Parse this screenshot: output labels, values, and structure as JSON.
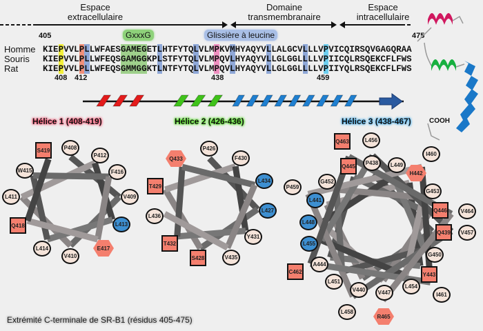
{
  "regions": {
    "extracellular": "Espace\nextracellulaire",
    "transmembrane": "Domaine\ntransmembranaire",
    "intracellular": "Espace\nintracellulaire"
  },
  "alignment": {
    "start": "405",
    "end": "475",
    "rows": [
      {
        "species": "Homme",
        "sequence": "KIEPVVLPLLWFAESGAMEGETLHTFYTQLVLMPKVMHYAQYVLLALGCVLLLVPVICQIRSQVGAGQRAA"
      },
      {
        "species": "Souris",
        "sequence": "KIEPVVLPLLWFEQSGAMGGKPLSTFYTQLVLMPQVLHYAQYVLLGLGGLLLLVPIICQLRSQEKCFLFWS"
      },
      {
        "species": "Rat",
        "sequence": "KIEPVVLPLLWFEQSGMMGGKTLNTFYTQLVLMPQVLHYAQYVLLGLGGLLLLVPIIYQLRSQEKCFLFWS"
      }
    ],
    "position_labels": [
      "408",
      "412",
      "438",
      "459"
    ],
    "motifs": {
      "gxxxg": "GxxxG",
      "leucine_zipper": "Glissière à leucine"
    },
    "highlights": [
      {
        "residue": 408,
        "color": "#f3f03a"
      },
      {
        "residue": 412,
        "color": "#f0907a"
      },
      {
        "residue": 413,
        "color": "#8fa8d8"
      },
      {
        "residue": 420,
        "color": "#9fd08c"
      },
      {
        "residue": 421,
        "color": "#9fd08c"
      },
      {
        "residue": 422,
        "color": "#9fd08c"
      },
      {
        "residue": 423,
        "color": "#9fd08c"
      },
      {
        "residue": 424,
        "color": "#9fd08c"
      },
      {
        "residue": 427,
        "color": "#8fa8d8"
      },
      {
        "residue": 434,
        "color": "#8fa8d8"
      },
      {
        "residue": 438,
        "color": "#ef8fc0"
      },
      {
        "residue": 441,
        "color": "#8fa8d8"
      },
      {
        "residue": 448,
        "color": "#8fa8d8"
      },
      {
        "residue": 455,
        "color": "#8fa8d8"
      },
      {
        "residue": 459,
        "color": "#6ecff0"
      }
    ]
  },
  "structure": {
    "cooh": "COOH"
  },
  "colors": {
    "helix1": "#e31b1b",
    "helix2": "#3fc21a",
    "helix3": "#1f7fd0",
    "hydrophobic": "#3d8fd1",
    "polar": "#f47f6e",
    "neutral": "#f5e4da"
  },
  "helices": [
    {
      "title": "Hélice 1 (408-419)",
      "glow": "#ff5a78",
      "residues": [
        {
          "label": "S419",
          "shape": "square",
          "kind": "polar"
        },
        {
          "label": "P408",
          "shape": "circle",
          "kind": "neutral"
        },
        {
          "label": "P412",
          "shape": "circle",
          "kind": "neutral"
        },
        {
          "label": "F416",
          "shape": "circle",
          "kind": "neutral"
        },
        {
          "label": "W415",
          "shape": "circle",
          "kind": "neutral"
        },
        {
          "label": "L411",
          "shape": "circle",
          "kind": "neutral"
        },
        {
          "label": "V409",
          "shape": "circle",
          "kind": "neutral"
        },
        {
          "label": "L413",
          "shape": "circle",
          "kind": "hydrophobic"
        },
        {
          "label": "Q418",
          "shape": "square",
          "kind": "polar"
        },
        {
          "label": "L414",
          "shape": "circle",
          "kind": "neutral"
        },
        {
          "label": "V410",
          "shape": "circle",
          "kind": "neutral"
        },
        {
          "label": "E417",
          "shape": "hexagon",
          "kind": "polar"
        }
      ]
    },
    {
      "title": "Hélice 2 (426-436)",
      "glow": "#4fe01c",
      "residues": [
        {
          "label": "P426",
          "shape": "circle",
          "kind": "neutral"
        },
        {
          "label": "Q433",
          "shape": "hexagon",
          "kind": "polar"
        },
        {
          "label": "F430",
          "shape": "circle",
          "kind": "neutral"
        },
        {
          "label": "L434",
          "shape": "circle",
          "kind": "hydrophobic"
        },
        {
          "label": "T429",
          "shape": "square",
          "kind": "polar"
        },
        {
          "label": "L427",
          "shape": "circle",
          "kind": "hydrophobic"
        },
        {
          "label": "L436",
          "shape": "circle",
          "kind": "neutral"
        },
        {
          "label": "Y431",
          "shape": "circle",
          "kind": "neutral"
        },
        {
          "label": "T432",
          "shape": "square",
          "kind": "polar"
        },
        {
          "label": "S428",
          "shape": "square",
          "kind": "polar"
        },
        {
          "label": "V435",
          "shape": "circle",
          "kind": "neutral"
        }
      ]
    },
    {
      "title": "Hélice 3 (438-467)",
      "glow": "#4fb4f0",
      "residues": [
        {
          "label": "Q463",
          "shape": "square",
          "kind": "polar"
        },
        {
          "label": "L456",
          "shape": "circle",
          "kind": "neutral"
        },
        {
          "label": "I460",
          "shape": "circle",
          "kind": "neutral"
        },
        {
          "label": "Q445",
          "shape": "square",
          "kind": "polar"
        },
        {
          "label": "P438",
          "shape": "circle",
          "kind": "neutral"
        },
        {
          "label": "L449",
          "shape": "circle",
          "kind": "neutral"
        },
        {
          "label": "H442",
          "shape": "hexagon",
          "kind": "polar"
        },
        {
          "label": "G452",
          "shape": "circle",
          "kind": "neutral"
        },
        {
          "label": "P459",
          "shape": "circle",
          "kind": "neutral"
        },
        {
          "label": "G453",
          "shape": "circle",
          "kind": "neutral"
        },
        {
          "label": "L441",
          "shape": "circle",
          "kind": "hydrophobic"
        },
        {
          "label": "Q446",
          "shape": "square",
          "kind": "polar"
        },
        {
          "label": "V464",
          "shape": "circle",
          "kind": "neutral"
        },
        {
          "label": "L448",
          "shape": "circle",
          "kind": "hydrophobic"
        },
        {
          "label": "Q439",
          "shape": "square",
          "kind": "polar"
        },
        {
          "label": "V457",
          "shape": "circle",
          "kind": "neutral"
        },
        {
          "label": "L455",
          "shape": "circle",
          "kind": "hydrophobic"
        },
        {
          "label": "G450",
          "shape": "circle",
          "kind": "neutral"
        },
        {
          "label": "A444",
          "shape": "circle",
          "kind": "neutral"
        },
        {
          "label": "C462",
          "shape": "square",
          "kind": "polar"
        },
        {
          "label": "Y443",
          "shape": "square",
          "kind": "polar"
        },
        {
          "label": "L451",
          "shape": "circle",
          "kind": "neutral"
        },
        {
          "label": "L454",
          "shape": "circle",
          "kind": "neutral"
        },
        {
          "label": "V440",
          "shape": "circle",
          "kind": "neutral"
        },
        {
          "label": "V447",
          "shape": "circle",
          "kind": "neutral"
        },
        {
          "label": "I461",
          "shape": "circle",
          "kind": "neutral"
        },
        {
          "label": "L458",
          "shape": "circle",
          "kind": "neutral"
        },
        {
          "label": "R465",
          "shape": "hexagon",
          "kind": "polar"
        }
      ]
    }
  ],
  "caption": "Extrémité C-terminale de SR-B1 (résidus 405-475)"
}
